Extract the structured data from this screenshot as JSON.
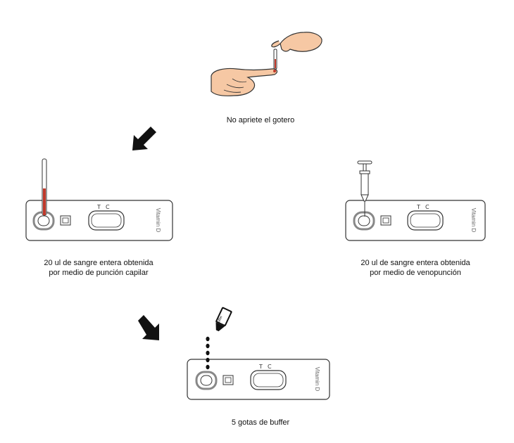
{
  "steps": {
    "dropper_note": "No apriete el gotero",
    "capillary_line1": "20 ul de sangre entera obtenida",
    "capillary_line2": "por medio de punción capilar",
    "venous_line1": "20 ul de sangre entera obtenida",
    "venous_line2": "por medio de venopunción",
    "buffer_note": "5 gotas de buffer"
  },
  "cassette": {
    "label": "Vitamin D",
    "line_t": "T",
    "line_c": "C"
  },
  "bottle": {
    "label": "Buffer"
  },
  "colors": {
    "blood": "#c0392b",
    "skin": "#f6c8a4",
    "outline": "#333333"
  }
}
